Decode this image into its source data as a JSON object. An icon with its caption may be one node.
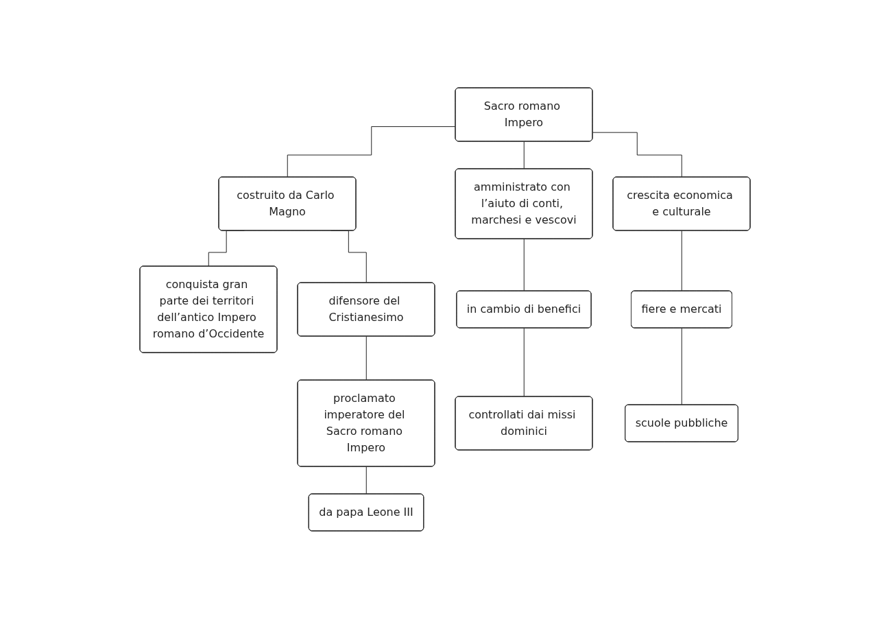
{
  "diagram": {
    "nodes": [
      {
        "text": [
          "Sacro romano Impero"
        ]
      },
      {
        "text": [
          "costruito da Carlo Magno"
        ]
      },
      {
        "text": [
          "amministrato con l’aiuto di conti, marchesi e vescovi"
        ]
      },
      {
        "text": [
          "crescita economica e culturale"
        ]
      },
      {
        "text": [
          "conquista gran parte dei territori dell’antico Impero romano d’Occidente"
        ]
      },
      {
        "text": [
          "difensore del Cristianesimo"
        ]
      },
      {
        "text": [
          "proclamato imperatore del Sacro romano Impero"
        ]
      },
      {
        "text": [
          "da papa Leone III"
        ]
      },
      {
        "text": [
          "in cambio di benefici"
        ]
      },
      {
        "text": [
          "controllati dai missi dominici"
        ]
      },
      {
        "text": [
          "fiere e mercati"
        ]
      },
      {
        "text": [
          "scuole pubbliche"
        ]
      }
    ],
    "edges": [
      {
        "from": 0,
        "to": 1,
        "arrow": "none"
      },
      {
        "from": 0,
        "to": 2,
        "arrow": "none"
      },
      {
        "from": 0,
        "to": 3,
        "arrow": "none"
      },
      {
        "from": 1,
        "to": 4,
        "arrow": "none"
      },
      {
        "from": 1,
        "to": 5,
        "arrow": "none"
      },
      {
        "from": 5,
        "to": 6,
        "arrow": "none"
      },
      {
        "from": 6,
        "to": 7,
        "arrow": "none"
      },
      {
        "from": 2,
        "to": 8,
        "arrow": "none"
      },
      {
        "from": 8,
        "to": 9,
        "arrow": "none"
      },
      {
        "from": 3,
        "to": 10,
        "arrow": "none"
      },
      {
        "from": 10,
        "to": 11,
        "arrow": "none"
      }
    ]
  }
}
